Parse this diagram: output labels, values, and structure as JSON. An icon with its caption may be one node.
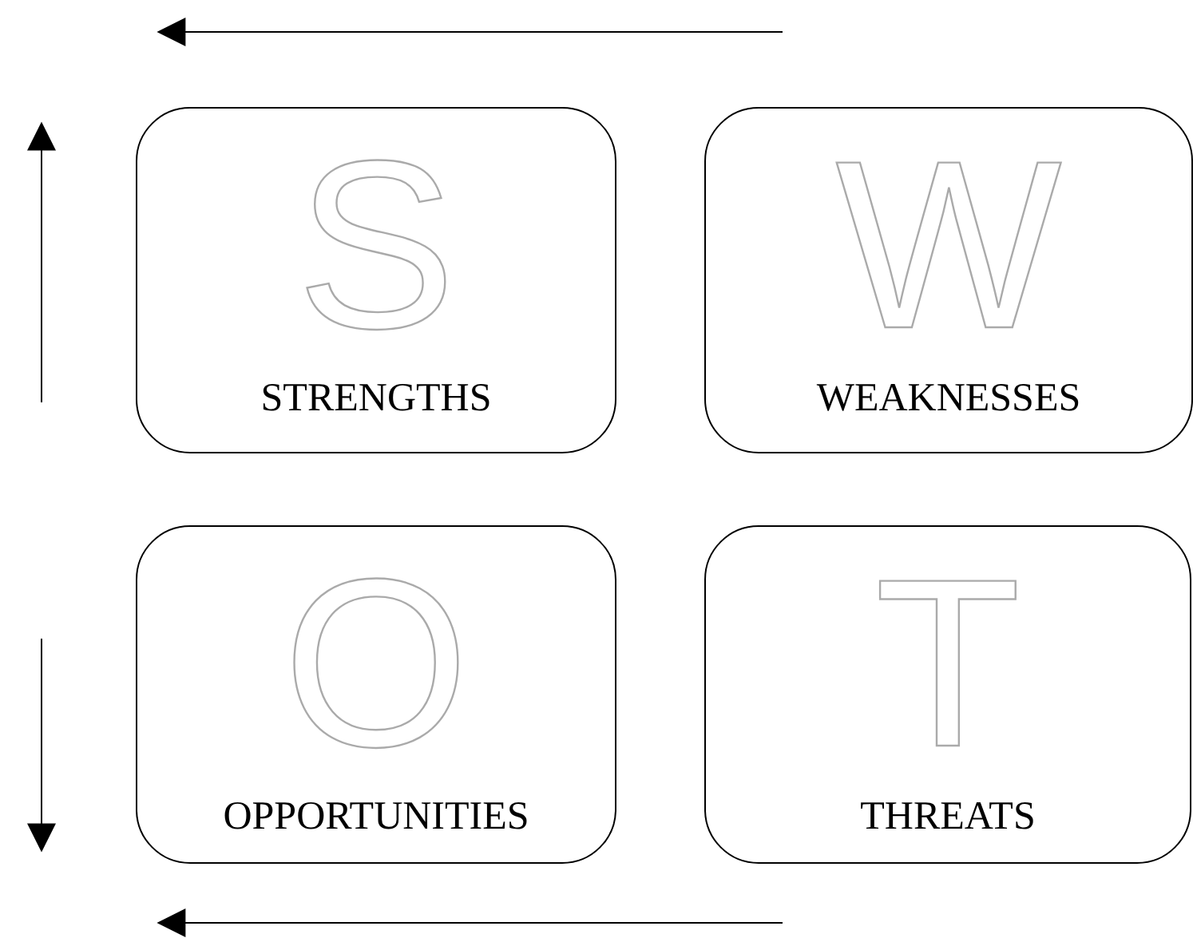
{
  "diagram": {
    "nodes": [
      {
        "text": [
          "S",
          "STRENGTHS"
        ]
      },
      {
        "text": [
          "W",
          "WEAKNESSES"
        ]
      },
      {
        "text": [
          "O",
          "OPPORTUNITIES"
        ]
      },
      {
        "text": [
          "T",
          "THREATS"
        ]
      }
    ]
  }
}
